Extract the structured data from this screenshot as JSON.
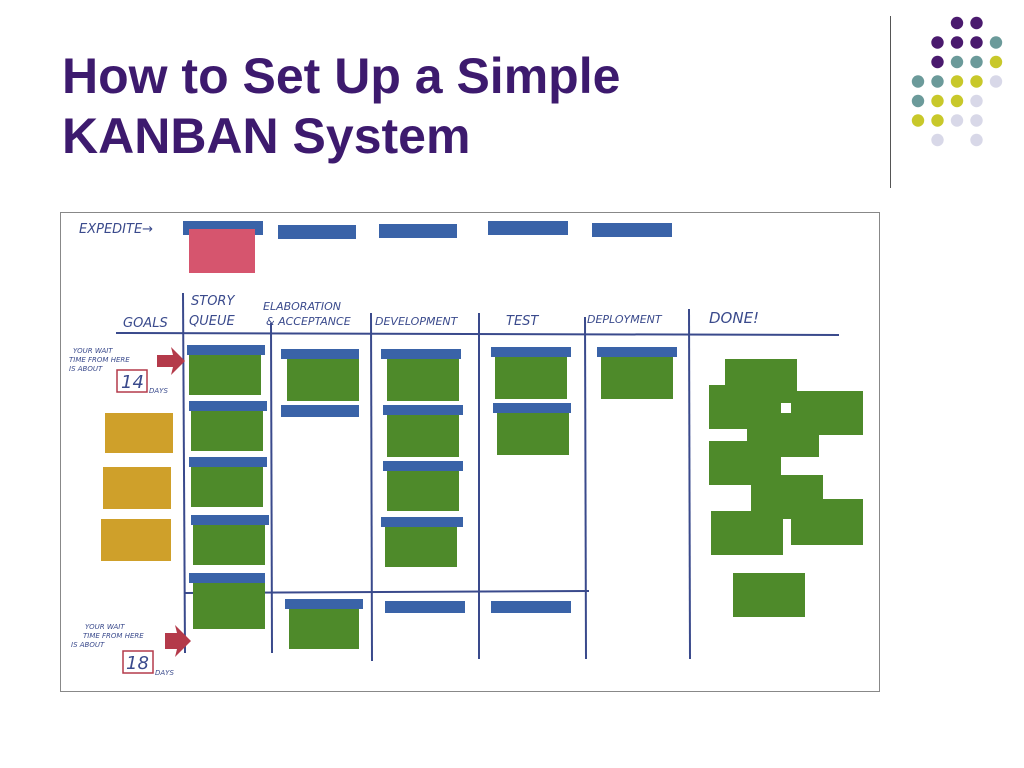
{
  "slide": {
    "title_line1": "How to Set Up a Simple",
    "title_line2": "KANBAN System"
  },
  "colors": {
    "title": "#3d1a6e",
    "dot_purple": "#4a1a6e",
    "dot_teal": "#6b9a9a",
    "dot_yellow": "#c8c82a",
    "dot_lavender": "#d8d8e8",
    "card_green": "#4e8a2a",
    "card_yellow": "#cfa02a",
    "card_pink": "#d6556e",
    "card_blue": "#3a63a8",
    "marker": "#3a4a8c",
    "arrow_red": "#b43a4a"
  },
  "board": {
    "expedite_label": "EXPEDITE→",
    "columns": {
      "goals": "GOALS",
      "story_queue_1": "STORY",
      "story_queue_2": "QUEUE",
      "elaboration_1": "ELABORATION",
      "elaboration_2": "& ACCEPTANCE",
      "development": "DEVELOPMENT",
      "test": "TEST",
      "deployment": "DEPLOYMENT",
      "done": "DONE!"
    },
    "wait_top": {
      "line1": "YOUR WAIT",
      "line2": "TIME FROM HERE",
      "line3": "IS ABOUT",
      "days_value": "14",
      "days_label": "DAYS"
    },
    "wait_bottom": {
      "line1": "YOUR WAIT",
      "line2": "TIME FROM HERE",
      "line3": "IS ABOUT",
      "days_value": "18",
      "days_label": "DAYS"
    }
  }
}
